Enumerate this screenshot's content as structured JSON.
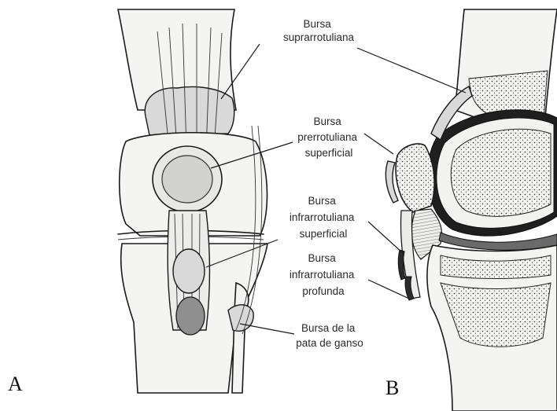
{
  "labels": [
    {
      "id": "suprarrotuliana",
      "lines": [
        "Bursa",
        "suprarrotuliana"
      ]
    },
    {
      "id": "prerrotuliana",
      "lines": [
        "Bursa",
        "prerrotuliana",
        "superficial"
      ]
    },
    {
      "id": "infra-superficial",
      "lines": [
        "Bursa",
        "infrarrotuliana",
        "superficial"
      ]
    },
    {
      "id": "infra-profunda",
      "lines": [
        "Bursa",
        "infrarrotuliana",
        "profunda"
      ]
    },
    {
      "id": "pata-ganso",
      "lines": [
        "Bursa de la",
        "pata de ganso"
      ]
    }
  ],
  "panels": {
    "a": "A",
    "b": "B"
  }
}
